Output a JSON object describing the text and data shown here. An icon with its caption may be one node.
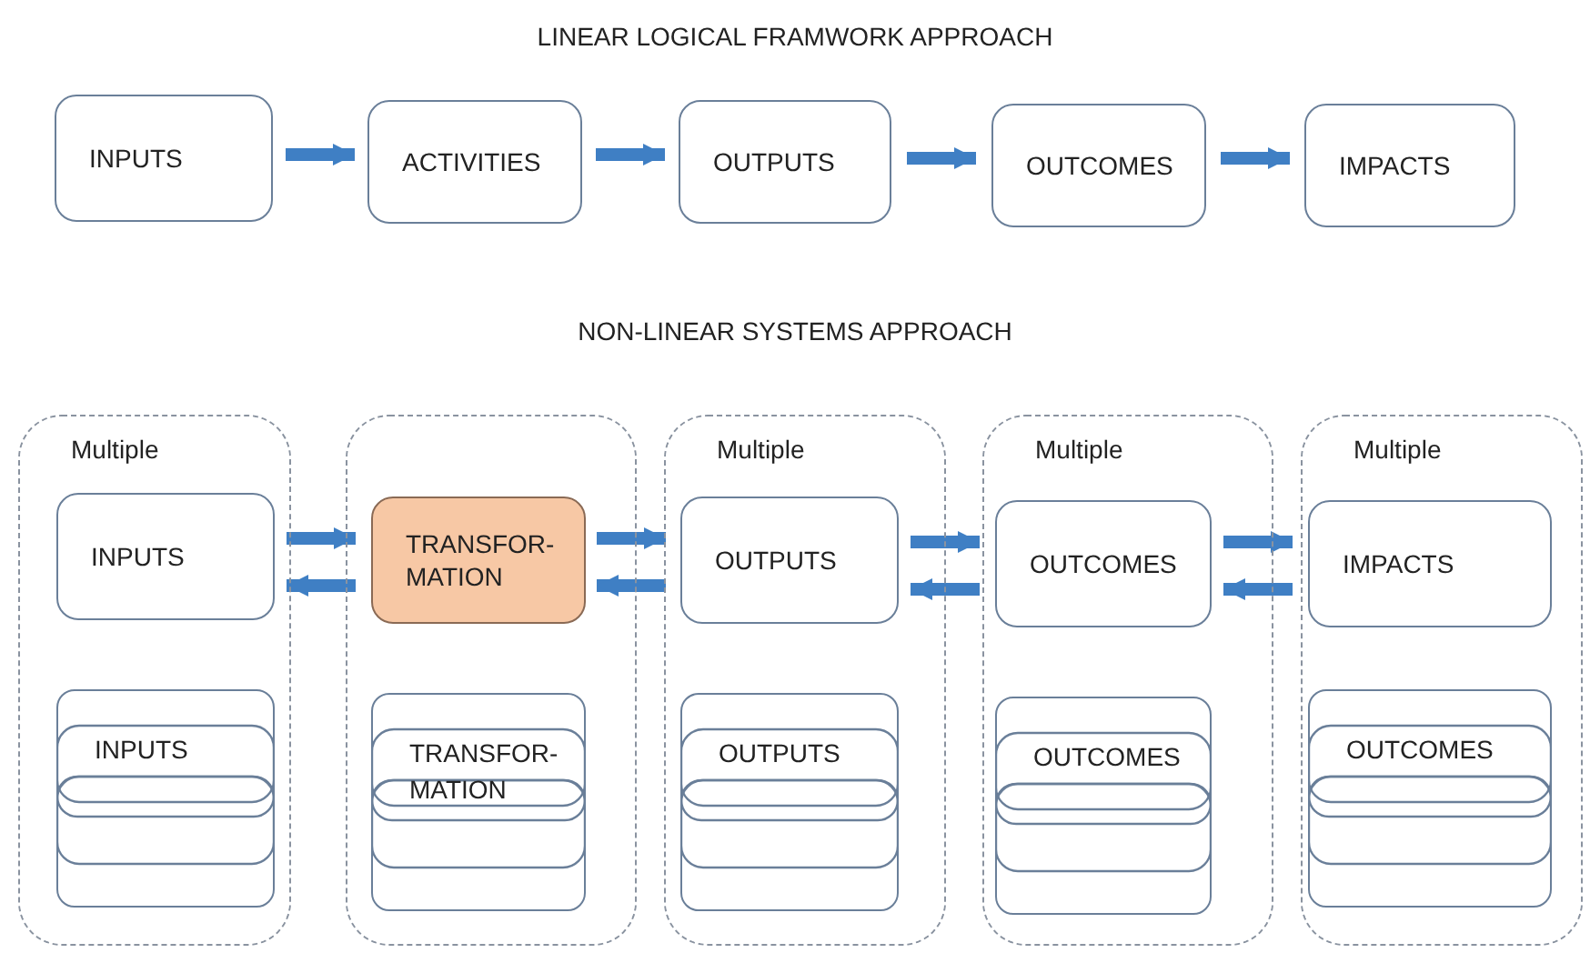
{
  "diagram": {
    "title": "LINEAR LOGICAL FRAMWORK APPROACH",
    "nodes": [
      {
        "text": [
          "INPUTS"
        ]
      },
      {
        "text": [
          "ACTIVITIES"
        ]
      },
      {
        "text": [
          "OUTPUTS"
        ]
      },
      {
        "text": [
          "OUTCOMES"
        ]
      },
      {
        "text": [
          "IMPACTS"
        ]
      },
      {
        "text": [
          "Multiple"
        ]
      },
      {
        "text": [
          "INPUTS"
        ],
        "in": 5
      },
      {
        "text": [
          "INPUTS"
        ],
        "in": 5
      },
      {
        "text": [],
        "shape": "box"
      },
      {
        "text": [
          "TRANSFOR- MATION"
        ],
        "in": 8
      },
      {
        "text": [
          "TRANSFOR- MATION"
        ],
        "in": 8
      },
      {
        "text": [
          "Multiple"
        ]
      },
      {
        "text": [
          "OUTPUTS"
        ],
        "in": 11
      },
      {
        "text": [
          "OUTPUTS"
        ],
        "in": 11
      },
      {
        "text": [
          "Multiple"
        ]
      },
      {
        "text": [
          "OUTCOMES"
        ],
        "in": 14
      },
      {
        "text": [
          "OUTCOMES"
        ],
        "in": 14
      },
      {
        "text": [
          "Multiple"
        ]
      },
      {
        "text": [
          "IMPACTS"
        ],
        "in": 17
      },
      {
        "text": [
          "OUTCOMES"
        ],
        "in": 17
      }
    ],
    "edges": [
      {
        "from": 0,
        "to": 1,
        "arrow": "to"
      },
      {
        "from": 1,
        "to": 2,
        "arrow": "to"
      },
      {
        "from": 2,
        "to": 3,
        "arrow": "to"
      },
      {
        "from": 3,
        "to": 4,
        "arrow": "to"
      },
      {
        "from": 6,
        "to": 9,
        "arrow": "to"
      },
      {
        "from": 9,
        "to": 6,
        "arrow": "to"
      },
      {
        "from": 9,
        "to": 12,
        "arrow": "to"
      },
      {
        "from": 12,
        "to": 9,
        "arrow": "to"
      },
      {
        "from": 12,
        "to": 15,
        "arrow": "to"
      },
      {
        "from": 15,
        "to": 12,
        "arrow": "to"
      },
      {
        "from": 15,
        "to": 18,
        "arrow": "to"
      },
      {
        "from": 18,
        "to": 15,
        "arrow": "to"
      }
    ],
    "labels": [
      "NON-LINEAR SYSTEMS APPROACH"
    ]
  }
}
